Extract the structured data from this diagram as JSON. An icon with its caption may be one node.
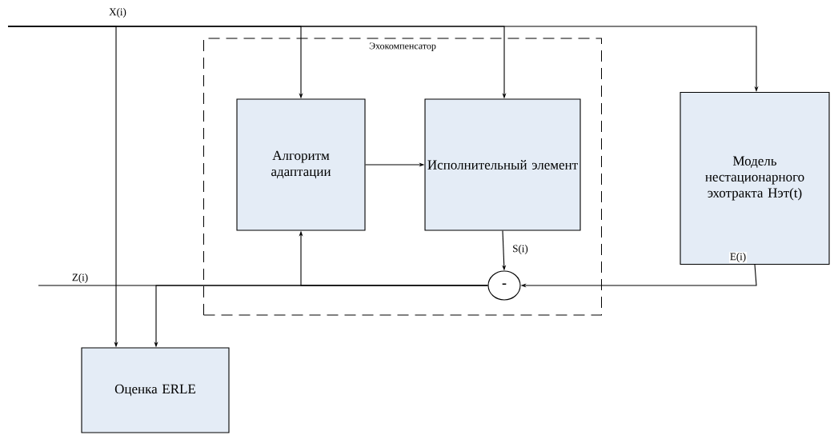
{
  "diagram": {
    "nodes": [
      {
        "text": [
          "Эхокомпенсатор"
        ]
      },
      {
        "text": [
          "Алгоритм адаптации"
        ],
        "in": 0
      },
      {
        "text": [
          "Исполнительный элемент"
        ],
        "in": 0
      },
      {
        "text": [
          "-"
        ],
        "in": 0
      },
      {
        "text": [
          "Модель нестационарного эхотракта Нэт(t)"
        ]
      },
      {
        "text": [
          "Оценка ERLE"
        ]
      }
    ],
    "edges": [
      {
        "from": null,
        "to": 5,
        "arrow": "to"
      },
      {
        "from": null,
        "to": 1,
        "arrow": "to"
      },
      {
        "from": null,
        "to": 2,
        "arrow": "to"
      },
      {
        "from": null,
        "to": 4,
        "arrow": "to"
      },
      {
        "from": 1,
        "to": 2,
        "arrow": "to"
      },
      {
        "from": 2,
        "to": 3,
        "arrow": "to",
        "label": "S(i)"
      },
      {
        "from": 4,
        "to": 3,
        "arrow": "to",
        "label": "E(i)"
      },
      {
        "from": 3,
        "to": 1,
        "arrow": "to"
      },
      {
        "from": 3,
        "to": 5,
        "arrow": "to"
      },
      {
        "from": 3,
        "to": null,
        "arrow": "none"
      }
    ],
    "labels": [
      "X(i)",
      "Z(i)"
    ]
  }
}
